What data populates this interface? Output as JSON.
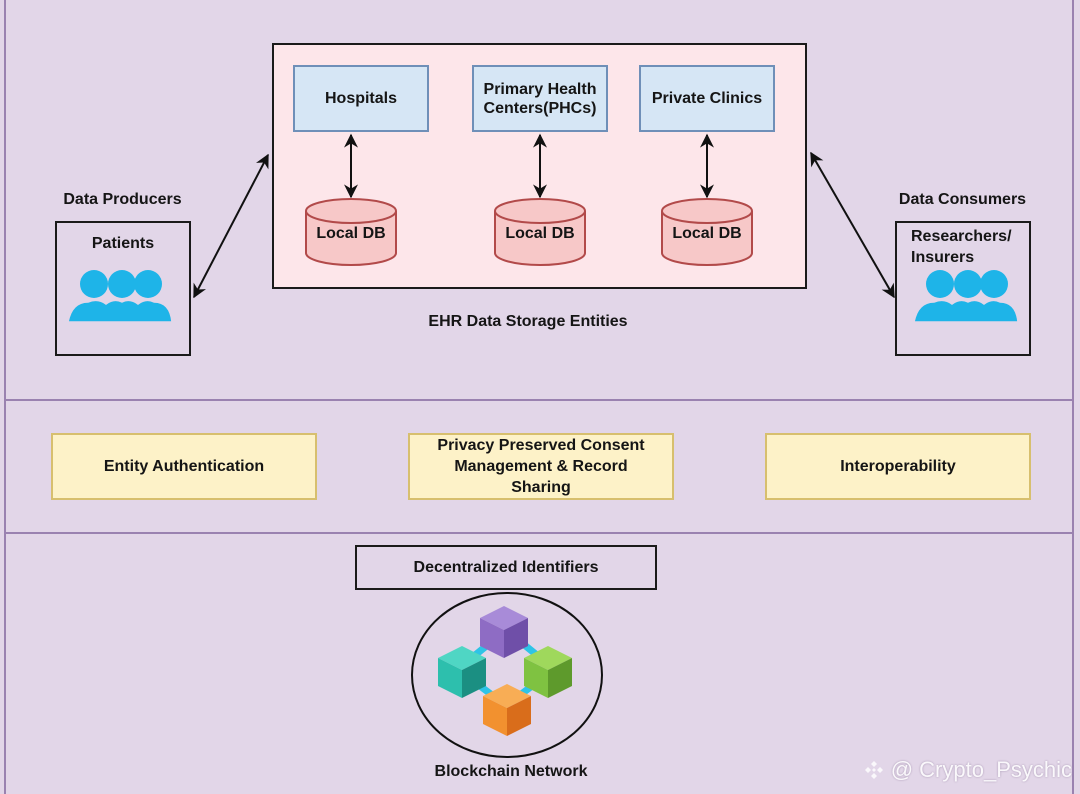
{
  "colors": {
    "background": "#e2d6e8",
    "section_divider": "#9a82b0",
    "ehr_container_fill": "#fde6ea",
    "provider_box_fill": "#d6e6f5",
    "provider_box_border": "#6f8fb8",
    "db_fill": "#f7c8c8",
    "db_border": "#b24a4a",
    "feature_box_fill": "#fdf2c8",
    "feature_box_border": "#d7bf6e",
    "people_icon": "#1eb4e8",
    "cube_purple": "#8e6cc4",
    "cube_teal": "#2dbfad",
    "cube_green": "#7fc241",
    "cube_orange": "#f2912f",
    "cube_link": "#2ec4e6"
  },
  "top_section": {
    "producers": {
      "heading": "Data Producers",
      "entity": "Patients",
      "icon": "people-group-icon"
    },
    "consumers": {
      "heading": "Data Consumers",
      "entity_line1": "Researchers/",
      "entity_line2": "Insurers",
      "icon": "people-group-icon"
    },
    "ehr": {
      "caption": "EHR Data Storage Entities",
      "providers": [
        {
          "line1": "Hospitals",
          "line2": ""
        },
        {
          "line1": "Primary Health",
          "line2": "Centers(PHCs)"
        },
        {
          "line1": "Private Clinics",
          "line2": ""
        }
      ],
      "databases": [
        "Local DB",
        "Local DB",
        "Local DB"
      ]
    }
  },
  "middle_section": {
    "features": [
      {
        "line1": "Entity Authentication",
        "line2": "",
        "line3": ""
      },
      {
        "line1": "Privacy Preserved Consent",
        "line2": "Management & Record",
        "line3": "Sharing"
      },
      {
        "line1": "Interoperability",
        "line2": "",
        "line3": ""
      }
    ]
  },
  "bottom_section": {
    "identifier_label": "Decentralized Identifiers",
    "network_label": "Blockchain Network",
    "network_icon": "blockchain-cubes-icon"
  },
  "watermark": {
    "icon": "binance-logo-icon",
    "text": "@ Crypto_Psychic"
  }
}
